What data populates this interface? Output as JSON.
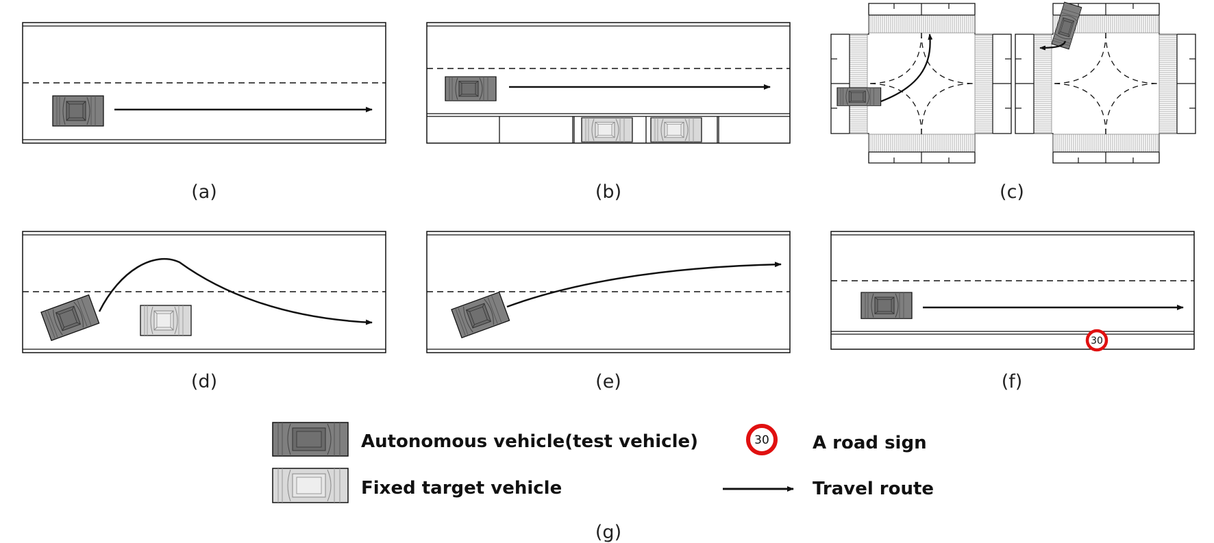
{
  "panels": {
    "a": {
      "label": "(a)"
    },
    "b": {
      "label": "(b)"
    },
    "c": {
      "label": "(c)"
    },
    "d": {
      "label": "(d)"
    },
    "e": {
      "label": "(e)"
    },
    "f": {
      "label": "(f)",
      "sign_value": "30"
    },
    "g": {
      "label": "(g)"
    }
  },
  "legend": {
    "autonomous_vehicle": "Autonomous vehicle(test vehicle)",
    "fixed_target_vehicle": "Fixed target vehicle",
    "road_sign": "A road sign",
    "road_sign_value": "30",
    "travel_route": "Travel route"
  },
  "colors": {
    "autonomous_vehicle": "#7f7f7f",
    "fixed_target_vehicle": "#d9d9d9",
    "road_sign_ring": "#e01010",
    "line": "#111111"
  },
  "icons": {
    "autonomous_vehicle": "dark-car-icon",
    "fixed_target_vehicle": "light-car-icon",
    "road_sign": "speed-limit-sign-icon",
    "travel_route": "arrow-icon"
  }
}
